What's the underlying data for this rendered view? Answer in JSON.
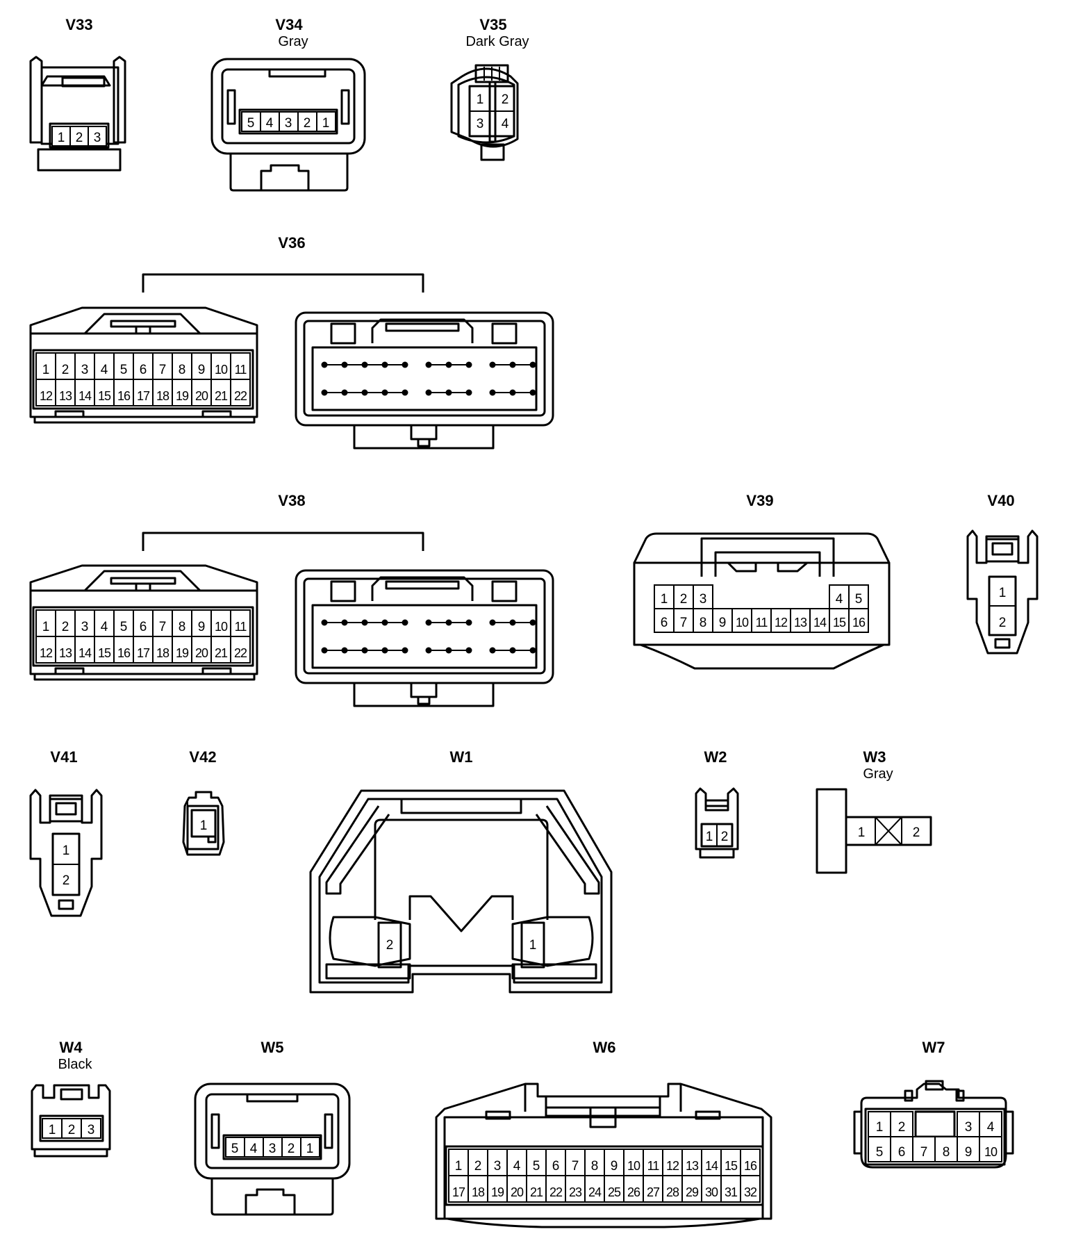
{
  "connectors": {
    "V33": {
      "label": "V33",
      "pins": [
        "1",
        "2",
        "3"
      ]
    },
    "V34": {
      "label": "V34",
      "color": "Gray",
      "pins": [
        "5",
        "4",
        "3",
        "2",
        "1"
      ]
    },
    "V35": {
      "label": "V35",
      "color": "Dark Gray",
      "pins": [
        "1",
        "2",
        "3",
        "4"
      ]
    },
    "V36": {
      "label": "V36",
      "row1": [
        "1",
        "2",
        "3",
        "4",
        "5",
        "6",
        "7",
        "8",
        "9",
        "10",
        "11"
      ],
      "row2": [
        "12",
        "13",
        "14",
        "15",
        "16",
        "17",
        "18",
        "19",
        "20",
        "21",
        "22"
      ]
    },
    "V38": {
      "label": "V38",
      "row1": [
        "1",
        "2",
        "3",
        "4",
        "5",
        "6",
        "7",
        "8",
        "9",
        "10",
        "11"
      ],
      "row2": [
        "12",
        "13",
        "14",
        "15",
        "16",
        "17",
        "18",
        "19",
        "20",
        "21",
        "22"
      ]
    },
    "V39": {
      "label": "V39",
      "row1": [
        "1",
        "2",
        "3",
        "4",
        "5"
      ],
      "row2": [
        "6",
        "7",
        "8",
        "9",
        "10",
        "11",
        "12",
        "13",
        "14",
        "15",
        "16"
      ]
    },
    "V40": {
      "label": "V40",
      "pins": [
        "1",
        "2"
      ]
    },
    "V41": {
      "label": "V41",
      "pins": [
        "1",
        "2"
      ]
    },
    "V42": {
      "label": "V42",
      "pins": [
        "1"
      ]
    },
    "W1": {
      "label": "W1",
      "pins": [
        "2",
        "1"
      ]
    },
    "W2": {
      "label": "W2",
      "pins": [
        "1",
        "2"
      ]
    },
    "W3": {
      "label": "W3",
      "color": "Gray",
      "pins": [
        "1",
        "2"
      ]
    },
    "W4": {
      "label": "W4",
      "color": "Black",
      "pins": [
        "1",
        "2",
        "3"
      ]
    },
    "W5": {
      "label": "W5",
      "pins": [
        "5",
        "4",
        "3",
        "2",
        "1"
      ]
    },
    "W6": {
      "label": "W6",
      "row1": [
        "1",
        "2",
        "3",
        "4",
        "5",
        "6",
        "7",
        "8",
        "9",
        "10",
        "11",
        "12",
        "13",
        "14",
        "15",
        "16"
      ],
      "row2": [
        "17",
        "18",
        "19",
        "20",
        "21",
        "22",
        "23",
        "24",
        "25",
        "26",
        "27",
        "28",
        "29",
        "30",
        "31",
        "32"
      ]
    },
    "W7": {
      "label": "W7",
      "row1": [
        "1",
        "2",
        "3",
        "4"
      ],
      "row2": [
        "5",
        "6",
        "7",
        "8",
        "9",
        "10"
      ]
    }
  }
}
